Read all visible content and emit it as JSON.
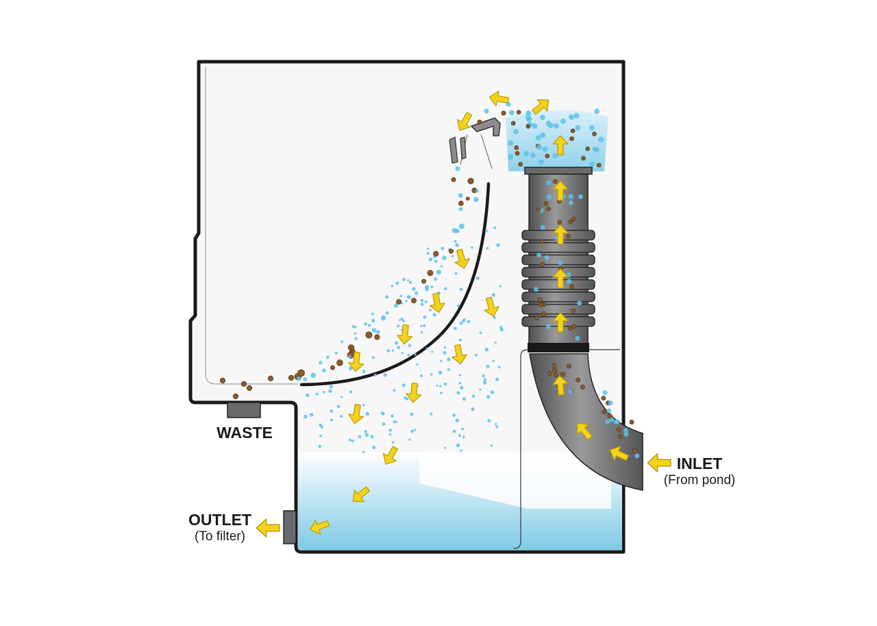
{
  "labels": {
    "waste": "WASTE",
    "outlet": "OUTLET",
    "outlet_sub": "(To filter)",
    "inlet": "INLET",
    "inlet_sub": "(From pond)"
  },
  "colors": {
    "tank_outline": "#1a1a1a",
    "tank_fill": "#f7f7f8",
    "water_light": "#dff1f9",
    "water_deep": "#7fcbe6",
    "pipe_gray": "#6e6e70",
    "arrow_yellow": "#f3d21a",
    "arrow_edge": "#b89a0a",
    "bubble_blue": "#5ec2ea",
    "debris_brown": "#8a5a2b"
  },
  "icons": [
    "flow-arrow-icon",
    "air-bubble-icon",
    "debris-particle-icon"
  ]
}
